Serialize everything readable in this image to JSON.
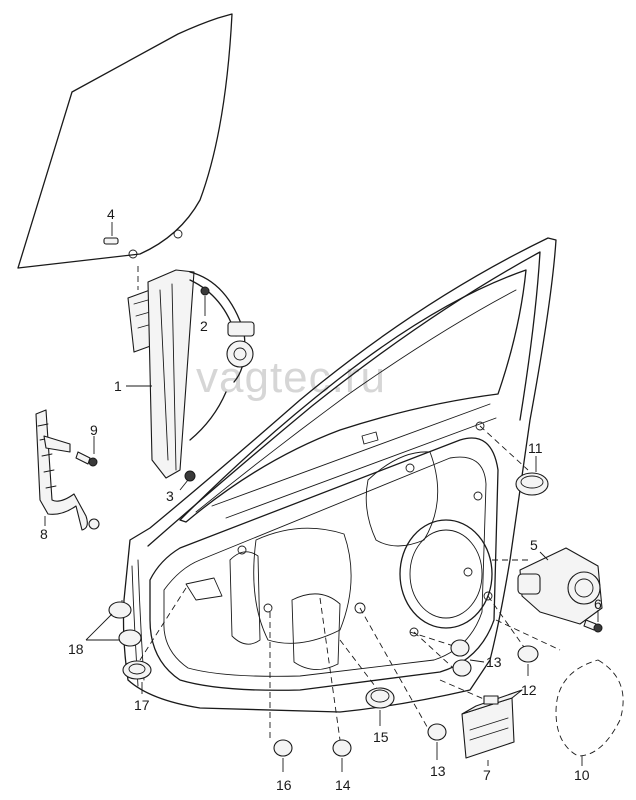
{
  "watermark": "vagtec.ru",
  "callouts": {
    "c1": "1",
    "c2": "2",
    "c3": "3",
    "c4": "4",
    "c5": "5",
    "c6": "6",
    "c7": "7",
    "c8": "8",
    "c9": "9",
    "c10": "10",
    "c11": "11",
    "c12": "12",
    "c13a": "13",
    "c13b": "13",
    "c14": "14",
    "c15": "15",
    "c16": "16",
    "c17": "17",
    "c18": "18"
  }
}
